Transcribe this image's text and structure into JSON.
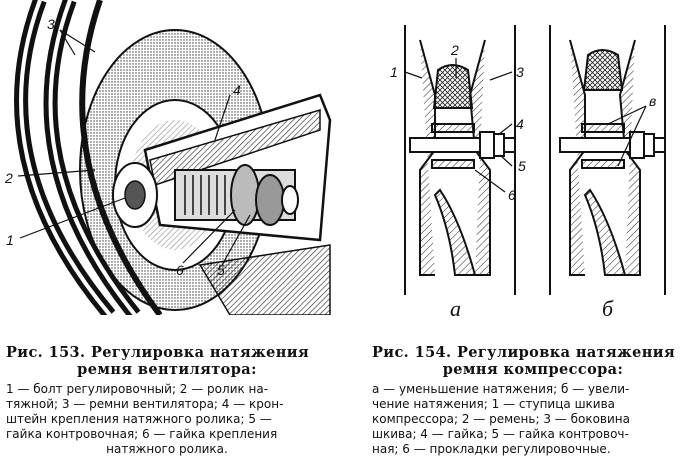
{
  "figure153": {
    "labels": {
      "l1": "1",
      "l2": "2",
      "l3": "3",
      "l4": "4",
      "l5": "5",
      "l6": "6"
    },
    "title_line1": "Рис. 153. Регулировка натяжения",
    "title_line2": "ремня вентилятора:",
    "legend_line1": "1 — болт регулировочный; 2 — ролик на-",
    "legend_line2": "тяжной; 3 — ремни вентилятора; 4 — крон-",
    "legend_line3": "штейн крепления натяжного ролика; 5 —",
    "legend_line4": "гайка контровочная; 6 — гайка крепления",
    "legend_line5": "натяжного ролика."
  },
  "figure154": {
    "labels": {
      "l1": "1",
      "l2": "2",
      "l3": "3",
      "l4": "4",
      "l5": "5",
      "l6": "6",
      "lv": "в"
    },
    "sub_a": "а",
    "sub_b": "б",
    "title_line1": "Рис. 154. Регулировка натяжения",
    "title_line2": "ремня компрессора:",
    "legend_line1": "а — уменьшение натяжения; б — увели-",
    "legend_line2": "чение натяжения; 1 — ступица шкива",
    "legend_line3": "компрессора; 2 — ремень; 3 — боковина",
    "legend_line4": "шкива; 4 — гайка; 5 — гайка контровоч-",
    "legend_line5": "ная; 6 — прокладки регулировочные."
  }
}
